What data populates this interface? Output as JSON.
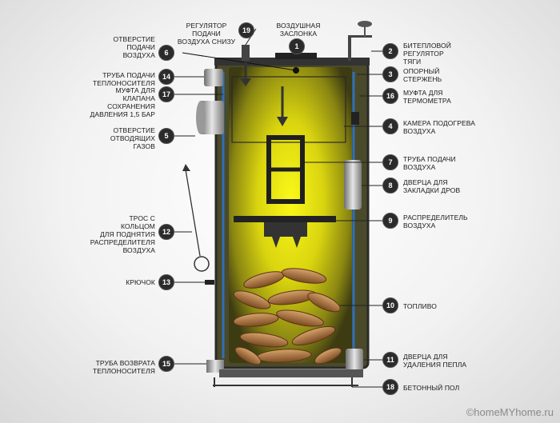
{
  "labels": {
    "l1": "ВОЗДУШНАЯ\nЗАСЛОНКА",
    "l2": "БИТЕПЛОВОЙ\nРЕГУЛЯТОР\nТЯГИ",
    "l3": "ОПОРНЫЙ\nСТЕРЖЕНЬ",
    "l4": "КАМЕРА ПОДОГРЕВА\nВОЗДУХА",
    "l5": "ОТВЕРСТИЕ\nОТВОДЯЩИХ\nГАЗОВ",
    "l6": "ОТВЕРСТИЕ\nПОДАЧИ\nВОЗДУХА",
    "l7": "ТРУБА ПОДАЧИ\nВОЗДУХА",
    "l8": "ДВЕРЦА ДЛЯ\nЗАКЛАДКИ ДРОВ",
    "l9": "РАСПРЕДЕЛИТЕЛЬ\nВОЗДУХА",
    "l10": "ТОПЛИВО",
    "l11": "ДВЕРЦА ДЛЯ\nУДАЛЕНИЯ ПЕПЛА",
    "l12": "ТРОС С\nКОЛЬЦОМ\nДЛЯ ПОДНЯТИЯ\nРАСПРЕДЕЛИТЕЛЯ\nВОЗДУХА",
    "l13": "КРЮЧОК",
    "l14": "ТРУБА ПОДАЧИ\nТЕПЛОНОСИТЕЛЯ",
    "l15": "ТРУБА ВОЗВРАТА\nТЕПЛОНОСИТЕЛЯ",
    "l16": "МУФТА ДЛЯ\nТЕРМОМЕТРА",
    "l17": "МУФТА ДЛЯ\nКЛАПАНА\nСОХРАНЕНИЯ\nДАВЛЕНИЯ 1,5 БАР",
    "l18": "БЕТОННЫЙ ПОЛ",
    "l19": "РЕГУЛЯТОР ПОДАЧИ\nВОЗДУХА СНИЗУ"
  },
  "numbers": [
    "1",
    "2",
    "3",
    "4",
    "5",
    "6",
    "7",
    "8",
    "9",
    "10",
    "11",
    "12",
    "13",
    "14",
    "15",
    "16",
    "17",
    "18",
    "19"
  ],
  "watermark": "©homeMYhome.ru",
  "colors": {
    "glow": "#f4f10a",
    "body": "#5a5a1a",
    "pipe": "#2f6fb8",
    "badge": "#2b2b2b"
  }
}
